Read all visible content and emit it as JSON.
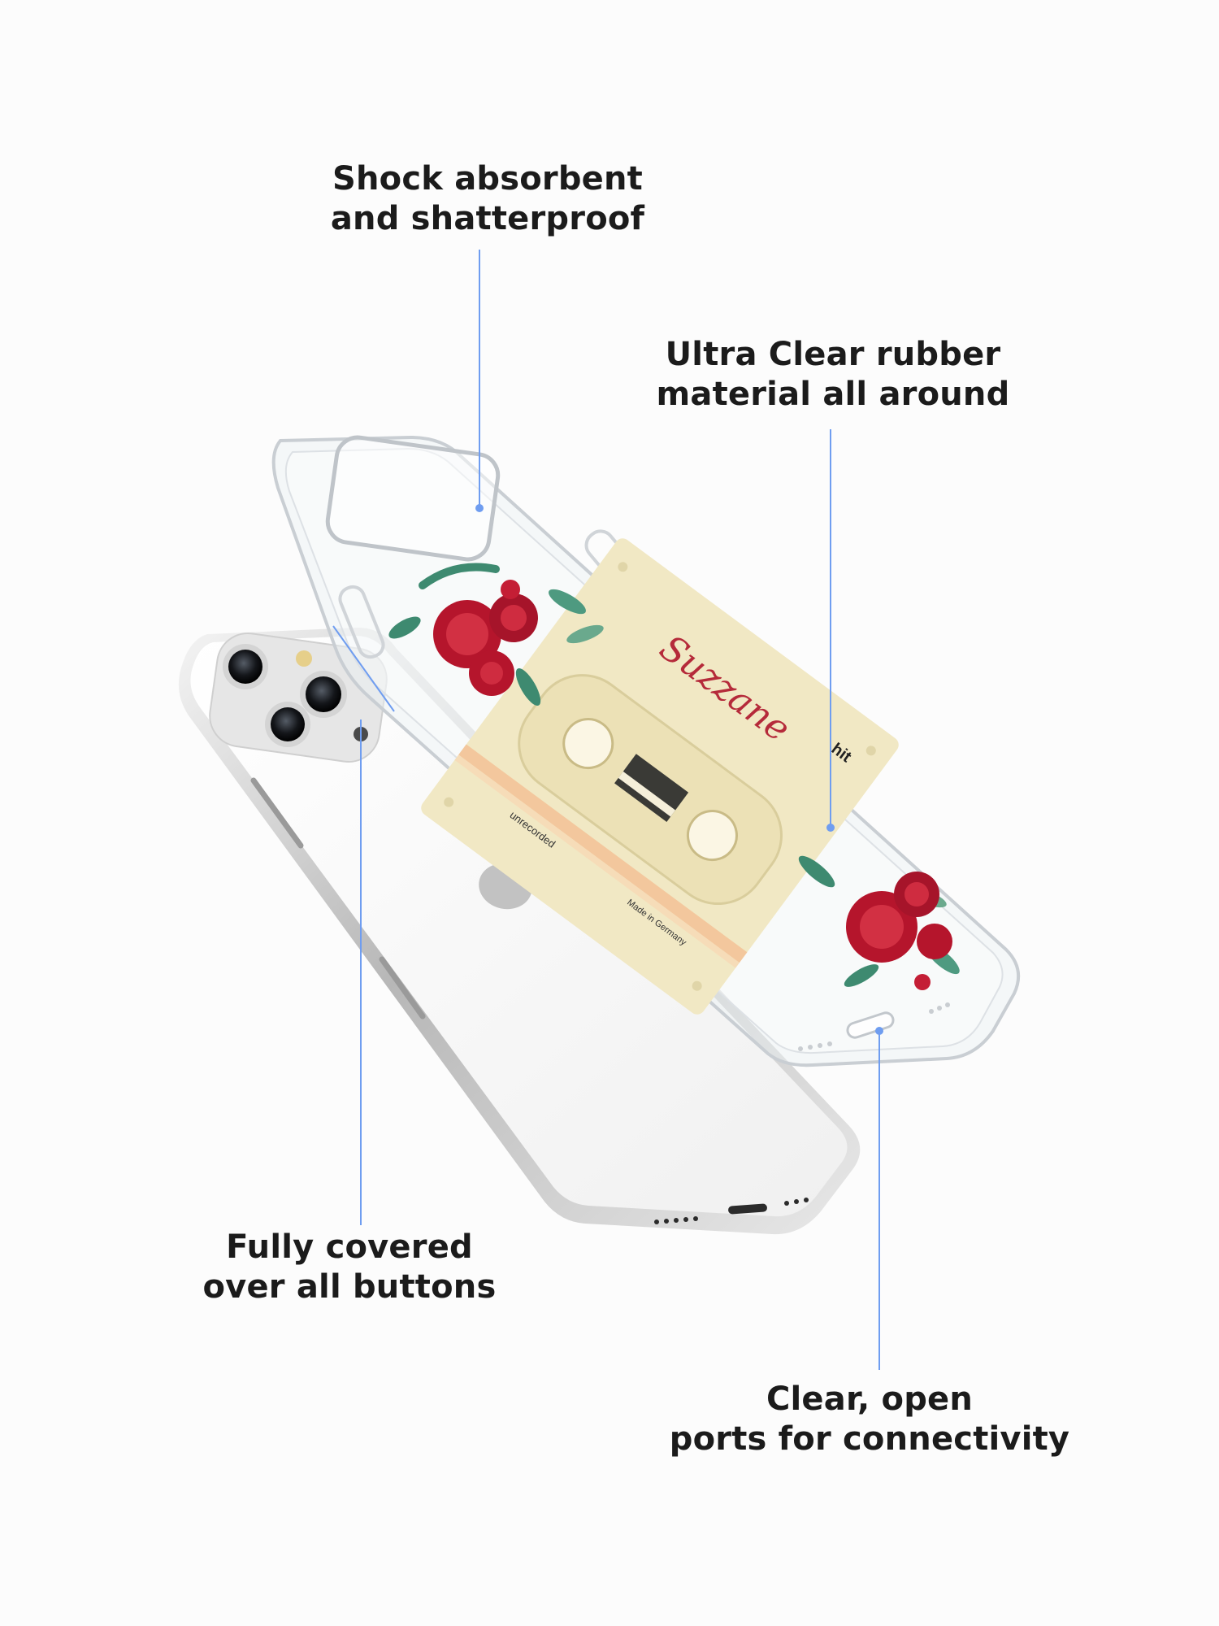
{
  "callouts": {
    "shock": {
      "line1": "Shock absorbent",
      "line2": "and shatterproof"
    },
    "ultra_clear": {
      "line1": "Ultra Clear rubber",
      "line2": "material all around"
    },
    "covered_buttons": {
      "line1": "Fully covered",
      "line2": "over all buttons"
    },
    "ports": {
      "line1": "Clear, open",
      "line2": "ports for connectivity"
    }
  },
  "case_print": {
    "name": "Suzzane",
    "label_1": "unrecorded",
    "label_2": "hit",
    "label_3": "Made in Germany"
  },
  "colors": {
    "callout_line": "#6f9df0",
    "callout_text": "#1b1b1b",
    "cassette": "#f1e8c4",
    "rose": "#b5152c",
    "leaf": "#3e8a70"
  }
}
